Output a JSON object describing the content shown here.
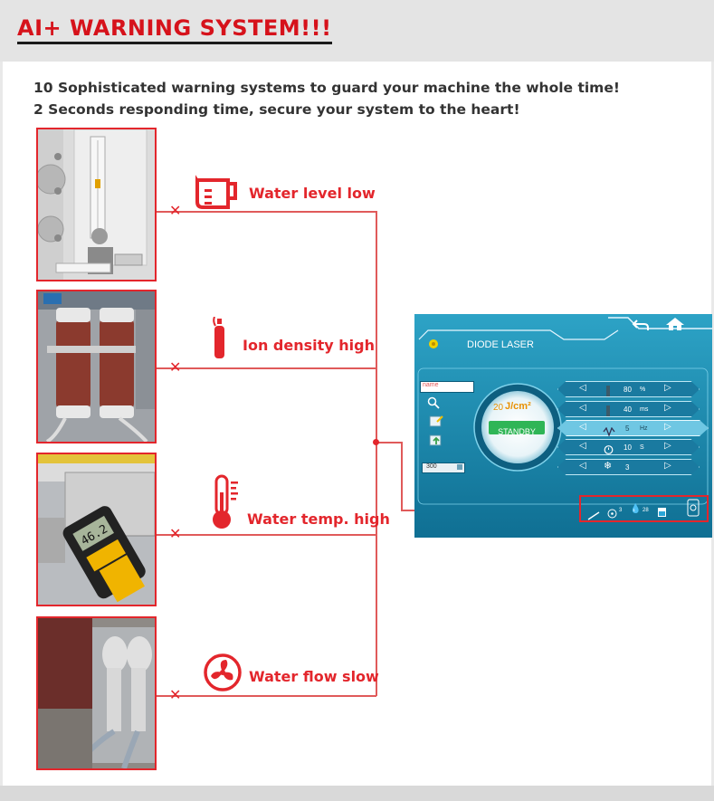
{
  "banner": {
    "title": "AI+ WARNING SYSTEM!!!"
  },
  "subtitle": {
    "line1": "10 Sophisticated warning systems to guard your machine the whole time!",
    "line2": "2 Seconds responding time, secure your system to the heart!"
  },
  "warnings": [
    {
      "label": "Water level low",
      "icon": "water-tank-icon"
    },
    {
      "label": "Ion density high",
      "icon": "fire-extinguisher-icon"
    },
    {
      "label": "Water temp. high",
      "icon": "thermometer-icon"
    },
    {
      "label": "Water flow slow",
      "icon": "fan-icon"
    }
  ],
  "photos": [
    {
      "name": "flowmeter-photo"
    },
    {
      "name": "ion-filter-photo"
    },
    {
      "name": "thermometer-gun-photo",
      "reading": "46.2"
    },
    {
      "name": "handpiece-photo"
    }
  ],
  "screen": {
    "title": "DIODE LASER",
    "name_field": "name",
    "count_field": "300",
    "energy_value": "20",
    "energy_unit": "J/cm²",
    "status_button": "STANDBY",
    "params": [
      {
        "value": "80",
        "unit": "%",
        "icon": "pulse-bar-icon"
      },
      {
        "value": "40",
        "unit": "ms",
        "icon": "pulse-width-icon"
      },
      {
        "value": "5",
        "unit": "Hz",
        "icon": "frequency-icon"
      },
      {
        "value": "10",
        "unit": "S",
        "icon": "timer-icon"
      },
      {
        "value": "3",
        "unit": "",
        "icon": "snowflake-icon"
      }
    ],
    "status_bar": {
      "fan_level": "3",
      "water_temp": "28"
    }
  },
  "colors": {
    "accent": "#e3262c",
    "screen_bg": "#1f8db0",
    "banner_bg": "#e4e4e4"
  }
}
